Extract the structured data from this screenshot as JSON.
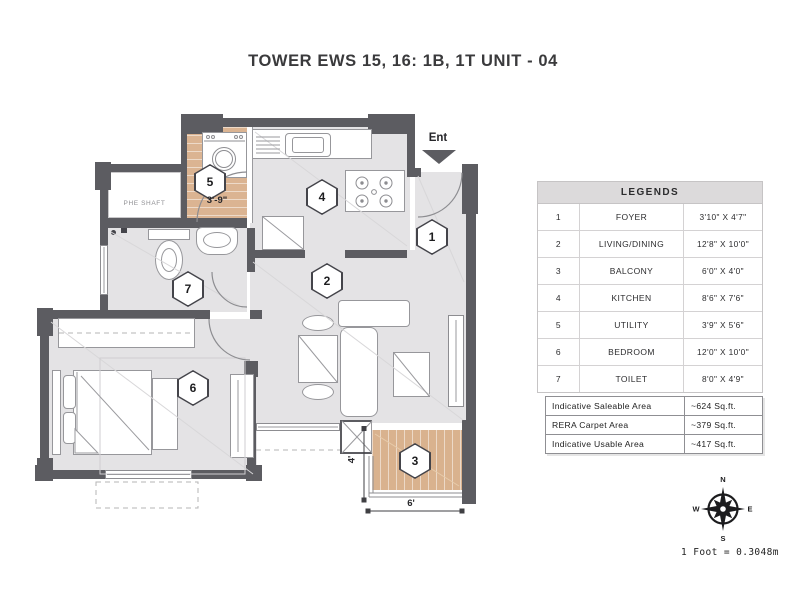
{
  "title": "TOWER EWS 15, 16: 1B, 1T UNIT - 04",
  "plan": {
    "entrance_label": "Ent",
    "shaft_label": "PHE SHAFT",
    "rooms": {
      "foyer": "1",
      "living_dining": "2",
      "balcony": "3",
      "kitchen": "4",
      "utility": "5",
      "bedroom": "6",
      "toilet": "7"
    },
    "dimensions": {
      "utility_width": "3'-9\"",
      "balcony_depth": "4'",
      "balcony_width": "6'"
    }
  },
  "legends": {
    "header": "LEGENDS",
    "rows": [
      {
        "num": "1",
        "name": "FOYER",
        "size": "3'10\" X 4'7\""
      },
      {
        "num": "2",
        "name": "LIVING/DINING",
        "size": "12'8\" X 10'0\""
      },
      {
        "num": "3",
        "name": "BALCONY",
        "size": "6'0\" X 4'0\""
      },
      {
        "num": "4",
        "name": "KITCHEN",
        "size": "8'6\" X 7'6\""
      },
      {
        "num": "5",
        "name": "UTILITY",
        "size": "3'9\" X 5'6\""
      },
      {
        "num": "6",
        "name": "BEDROOM",
        "size": "12'0\" X 10'0\""
      },
      {
        "num": "7",
        "name": "TOILET",
        "size": "8'0\" X 4'9\""
      }
    ]
  },
  "areas": [
    {
      "label": "Indicative Saleable Area",
      "value": "~624 Sq.ft."
    },
    {
      "label": "RERA Carpet Area",
      "value": "~379 Sq.ft."
    },
    {
      "label": "Indicative Usable Area",
      "value": "~417 Sq.ft."
    }
  ],
  "compass": {
    "north": "N",
    "east": "E",
    "south": "S",
    "west": "W"
  },
  "scale_note": "1 Foot = 0.3048m",
  "colors": {
    "wall": "#5c5c61",
    "floor": "#e4e3e5",
    "balcony_floor": "#d9b28e"
  }
}
